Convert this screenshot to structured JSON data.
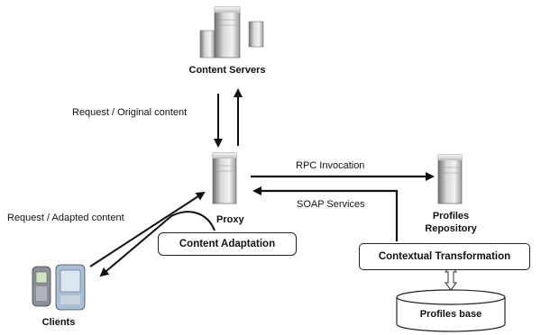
{
  "nodes": {
    "content_servers": "Content Servers",
    "proxy": "Proxy",
    "profiles_repository": [
      "Profiles",
      "Repository"
    ],
    "clients": "Clients",
    "content_adaptation": "Content Adaptation",
    "contextual_transformation": "Contextual Transformation",
    "profiles_base": "Profiles base"
  },
  "edges": {
    "request_original": "Request / Original content",
    "rpc_invocation": "RPC Invocation",
    "soap_services": "SOAP Services",
    "request_adapted": "Request / Adapted content"
  }
}
